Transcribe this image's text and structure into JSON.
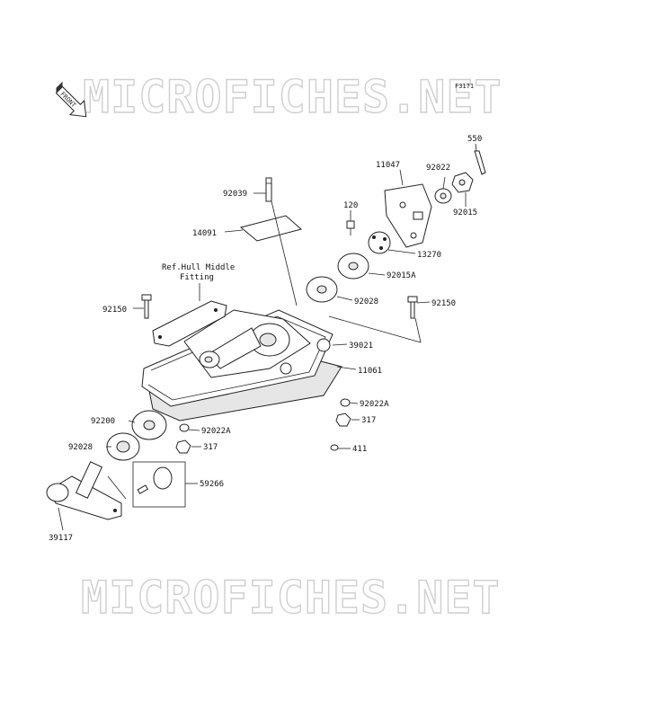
{
  "watermark": {
    "text": "MICROFICHES.NET",
    "color": "#cfcfcf"
  },
  "figure_code": "F3171",
  "front_label": "FRONT",
  "reference_note": {
    "line1": "Ref.Hull Middle",
    "line2": "Fitting"
  },
  "parts": [
    {
      "id": "550"
    },
    {
      "id": "11047"
    },
    {
      "id": "92022"
    },
    {
      "id": "92015"
    },
    {
      "id": "13270"
    },
    {
      "id": "92039"
    },
    {
      "id": "120"
    },
    {
      "id": "14091"
    },
    {
      "id": "92015A"
    },
    {
      "id": "92028"
    },
    {
      "id": "92150"
    },
    {
      "id": "92150"
    },
    {
      "id": "39021"
    },
    {
      "id": "11061"
    },
    {
      "id": "92022A"
    },
    {
      "id": "317"
    },
    {
      "id": "92200"
    },
    {
      "id": "92022A"
    },
    {
      "id": "92028"
    },
    {
      "id": "317"
    },
    {
      "id": "411"
    },
    {
      "id": "59266"
    },
    {
      "id": "39117"
    }
  ]
}
